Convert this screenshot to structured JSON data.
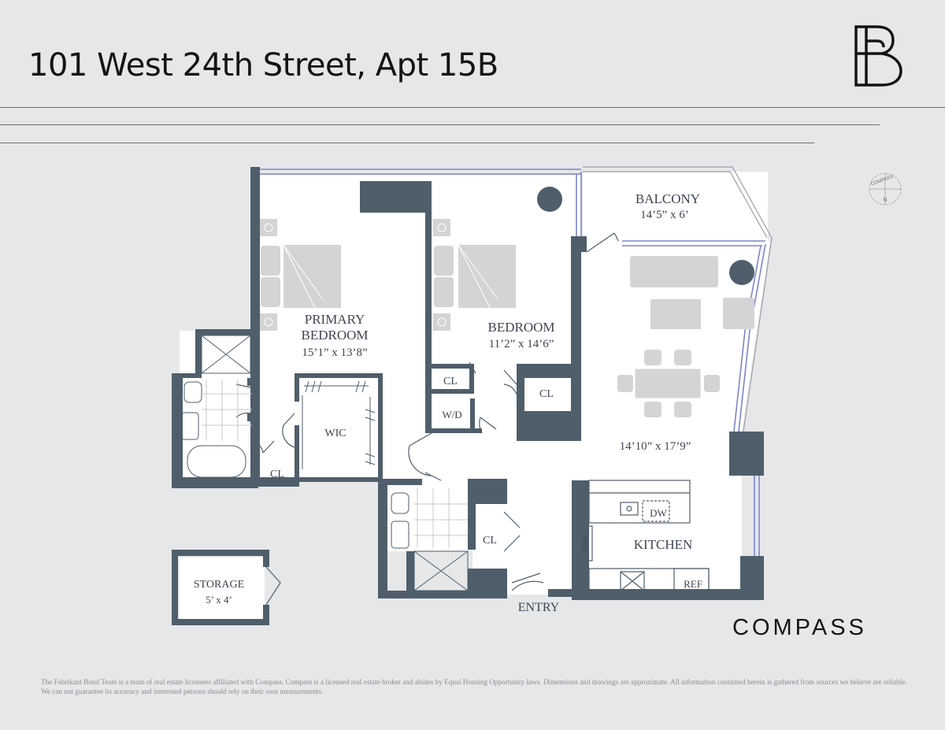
{
  "header": {
    "title": "101 West 24th Street, Apt 15B"
  },
  "colors": {
    "wall": "#4f5e6b",
    "background": "#e6e7e9",
    "floor": "#ffffff",
    "window": "#7d85c9",
    "furniture": "#d3d4d6"
  },
  "rooms": {
    "balcony": {
      "name": "BALCONY",
      "dims": "14’5” x 6’"
    },
    "primary_bedroom": {
      "name_line1": "PRIMARY",
      "name_line2": "BEDROOM",
      "dims": "15’1” x 13’8”"
    },
    "bedroom": {
      "name": "BEDROOM",
      "dims": "11’2” x 14’6”"
    },
    "living": {
      "dims": "14’10” x 17’9”"
    },
    "kitchen": {
      "name": "KITCHEN"
    },
    "storage": {
      "name": "STORAGE",
      "dims": "5’ x 4’"
    },
    "wic": "WIC",
    "closet": "CL",
    "washer_dryer": "W/D",
    "pantry": "PAN",
    "dishwasher": "DW",
    "refrigerator": "REF",
    "entry": "ENTRY"
  },
  "compass_rose": {
    "word": "COMPASS",
    "north": "N"
  },
  "icons": [
    "fb-logo-icon",
    "compass-rose-icon"
  ],
  "brand": {
    "wordmark": "COMPASS"
  },
  "footer": {
    "disclaimer": "The Fabrikant Bond Team is a team of real estate licensees affiliated with Compass. Compass is a licensed real estate broker and abides by Equal Housing Opportunity laws. Dimensions and drawings are approximate. All information contained herein is gathered from sources we believe are reliable. We can not guarantee its accuracy and interested persons should rely on their own measurements."
  }
}
